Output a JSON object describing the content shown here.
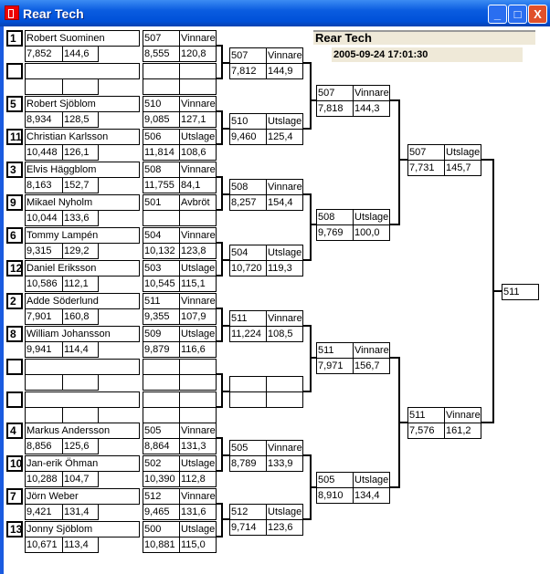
{
  "window": {
    "title": "Rear Tech",
    "minimize": "_",
    "maximize": "□",
    "close": "X"
  },
  "header": {
    "title": "Rear Tech",
    "date": "2005-09-24 17:01:30"
  },
  "entries": [
    {
      "seed": "1",
      "name": "Robert Suominen",
      "time": "7,852",
      "speed": "144,6"
    },
    {
      "seed": "",
      "name": "",
      "time": "",
      "speed": ""
    },
    {
      "seed": "5",
      "name": "Robert Sjöblom",
      "time": "8,934",
      "speed": "128,5"
    },
    {
      "seed": "11",
      "name": "Christian Karlsson",
      "time": "10,448",
      "speed": "126,1"
    },
    {
      "seed": "3",
      "name": "Elvis Häggblom",
      "time": "8,163",
      "speed": "152,7"
    },
    {
      "seed": "9",
      "name": "Mikael Nyholm",
      "time": "10,044",
      "speed": "133,6"
    },
    {
      "seed": "6",
      "name": "Tommy Lampén",
      "time": "9,315",
      "speed": "129,2"
    },
    {
      "seed": "12",
      "name": "Daniel Eriksson",
      "time": "10,586",
      "speed": "112,1"
    },
    {
      "seed": "2",
      "name": "Adde Söderlund",
      "time": "7,901",
      "speed": "160,8"
    },
    {
      "seed": "8",
      "name": "William Johansson",
      "time": "9,941",
      "speed": "114,4"
    },
    {
      "seed": "",
      "name": "",
      "time": "",
      "speed": ""
    },
    {
      "seed": "",
      "name": "",
      "time": "",
      "speed": ""
    },
    {
      "seed": "4",
      "name": "Markus Andersson",
      "time": "8,856",
      "speed": "125,6"
    },
    {
      "seed": "10",
      "name": "Jan-erik Öhman",
      "time": "10,288",
      "speed": "104,7"
    },
    {
      "seed": "7",
      "name": "Jörn Weber",
      "time": "9,421",
      "speed": "131,4"
    },
    {
      "seed": "13",
      "name": "Jonny Sjöblom",
      "time": "10,671",
      "speed": "113,4"
    }
  ],
  "round1": [
    {
      "num": "507",
      "status": "Vinnare",
      "time": "8,555",
      "speed": "120,8"
    },
    {
      "num": "",
      "status": "",
      "time": "",
      "speed": ""
    },
    {
      "num": "510",
      "status": "Vinnare",
      "time": "9,085",
      "speed": "127,1"
    },
    {
      "num": "506",
      "status": "Utslagen",
      "time": "11,814",
      "speed": "108,6"
    },
    {
      "num": "508",
      "status": "Vinnare",
      "time": "11,755",
      "speed": "84,1"
    },
    {
      "num": "501",
      "status": "Avbröt",
      "time": "",
      "speed": ""
    },
    {
      "num": "504",
      "status": "Vinnare",
      "time": "10,132",
      "speed": "123,8"
    },
    {
      "num": "503",
      "status": "Utslagen",
      "time": "10,545",
      "speed": "115,1"
    },
    {
      "num": "511",
      "status": "Vinnare",
      "time": "9,355",
      "speed": "107,9"
    },
    {
      "num": "509",
      "status": "Utslagen",
      "time": "9,879",
      "speed": "116,6"
    },
    {
      "num": "",
      "status": "",
      "time": "",
      "speed": ""
    },
    {
      "num": "",
      "status": "",
      "time": "",
      "speed": ""
    },
    {
      "num": "505",
      "status": "Vinnare",
      "time": "8,864",
      "speed": "131,3"
    },
    {
      "num": "502",
      "status": "Utslagen",
      "time": "10,390",
      "speed": "112,8"
    },
    {
      "num": "512",
      "status": "Vinnare",
      "time": "9,465",
      "speed": "131,6"
    },
    {
      "num": "500",
      "status": "Utslagen",
      "time": "10,881",
      "speed": "115,0"
    }
  ],
  "round2": [
    {
      "num": "507",
      "status": "Vinnare",
      "time": "7,812",
      "speed": "144,9"
    },
    {
      "num": "510",
      "status": "Utslagen",
      "time": "9,460",
      "speed": "125,4"
    },
    {
      "num": "508",
      "status": "Vinnare",
      "time": "8,257",
      "speed": "154,4"
    },
    {
      "num": "504",
      "status": "Utslagen",
      "time": "10,720",
      "speed": "119,3"
    },
    {
      "num": "511",
      "status": "Vinnare",
      "time": "11,224",
      "speed": "108,5"
    },
    {
      "num": "",
      "status": "",
      "time": "",
      "speed": ""
    },
    {
      "num": "505",
      "status": "Vinnare",
      "time": "8,789",
      "speed": "133,9"
    },
    {
      "num": "512",
      "status": "Utslagen",
      "time": "9,714",
      "speed": "123,6"
    }
  ],
  "round3": [
    {
      "num": "507",
      "status": "Vinnare",
      "time": "7,818",
      "speed": "144,3"
    },
    {
      "num": "508",
      "status": "Utslagen",
      "time": "9,769",
      "speed": "100,0"
    },
    {
      "num": "511",
      "status": "Vinnare",
      "time": "7,971",
      "speed": "156,7"
    },
    {
      "num": "505",
      "status": "Utslagen",
      "time": "8,910",
      "speed": "134,4"
    }
  ],
  "round4": [
    {
      "num": "507",
      "status": "Utslagen",
      "time": "7,731",
      "speed": "145,7"
    },
    {
      "num": "511",
      "status": "Vinnare",
      "time": "7,576",
      "speed": "161,2"
    }
  ],
  "final": {
    "num": "511"
  }
}
